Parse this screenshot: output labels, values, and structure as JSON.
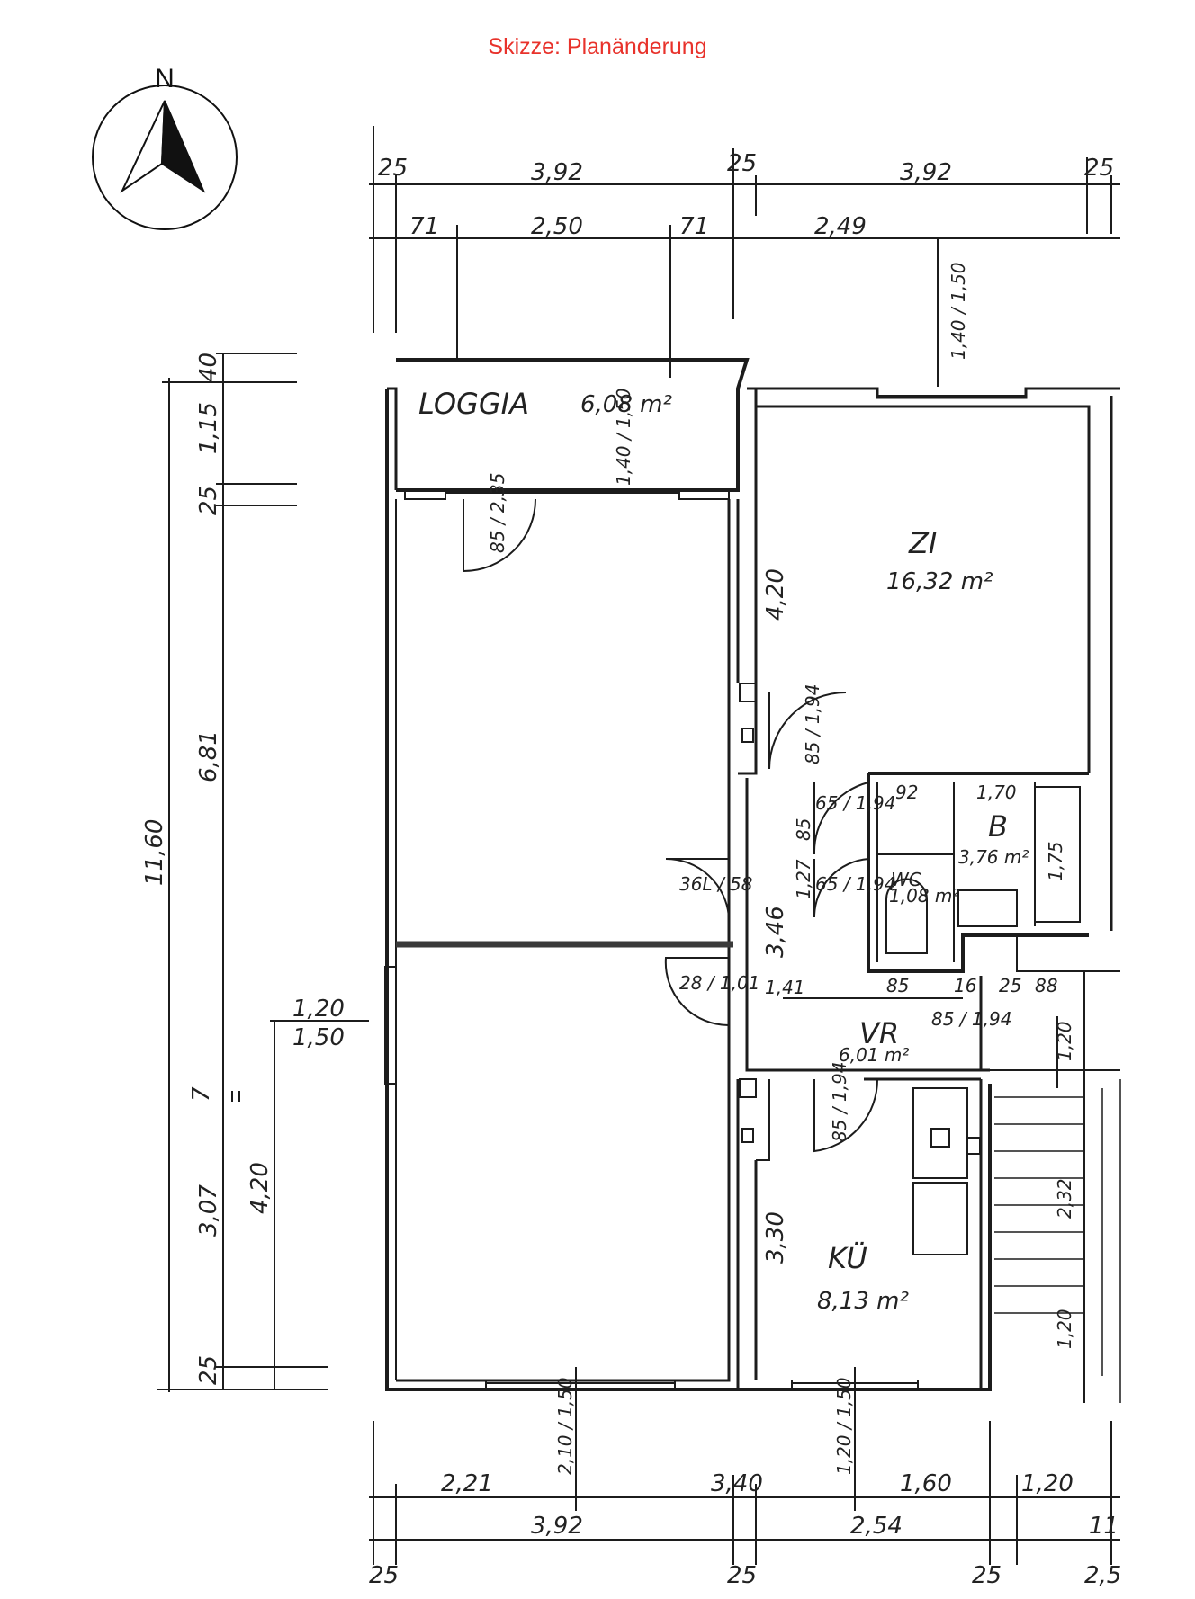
{
  "title": "Skizze: Planänderung",
  "compass": {
    "label": "N",
    "icon": "north-arrow-icon"
  },
  "rooms": {
    "loggia": {
      "name": "LOGGIA",
      "area": "6,08 m²"
    },
    "zimmer": {
      "name": "ZI",
      "area": "16,32 m²"
    },
    "bad": {
      "name": "B",
      "area": "3,76 m²"
    },
    "wc": {
      "name": "WC",
      "area": "1,08 m²"
    },
    "vorraum": {
      "name": "VR",
      "area": "6,01 m²"
    },
    "kueche": {
      "name": "KÜ",
      "area": "8,13 m²"
    }
  },
  "dims_top": {
    "row1": [
      "25",
      "3,92",
      "25",
      "3,92",
      "25"
    ],
    "row2": [
      "71",
      "2,50",
      "71",
      "2,49"
    ]
  },
  "dims_left": {
    "total": "11,60",
    "segments": [
      "40",
      "1,15",
      "25",
      "6,81",
      "7",
      "3,07",
      "25"
    ],
    "window_a": "1,20",
    "window_b": "1,50",
    "height_b": "4,20"
  },
  "dims_bottom": {
    "row1": [
      "2,21",
      "3,40",
      "1,60",
      "1,20"
    ],
    "row2": [
      "3,92",
      "2,54",
      "11"
    ],
    "row3": [
      "25",
      "25",
      "25",
      "2,5"
    ],
    "window_l": "2,10 / 1,50",
    "window_r": "1,20 / 1,50"
  },
  "dims_inner": {
    "zi_window": "1,40 / 1,50",
    "loggia_door": "1,40 / 1,50",
    "loggia_swing": "85 / 2,35",
    "zi_depth": "4,20",
    "zi_door": "85 / 1,94",
    "bad_w1": "92",
    "bad_w2": "1,70",
    "bad_h": "1,75",
    "bad_door": "65 / 1,94",
    "wc_door": "65 / 1,94",
    "vr_h1": "85",
    "vr_h2": "1,27",
    "vr_h3": "3,46",
    "vr_w1": "1,41",
    "vr_w2": "85",
    "vr_w3": "16",
    "vr_w4": "25",
    "vr_w5": "88",
    "vr_door": "85 / 1,94",
    "kue_door": "85 / 1,94",
    "kue_h": "3,30",
    "stair1": "1,20",
    "stair2": "2,32",
    "stair3": "1,20",
    "left_door_a": "36L / 58",
    "left_door_b": "28 / 1,01"
  }
}
